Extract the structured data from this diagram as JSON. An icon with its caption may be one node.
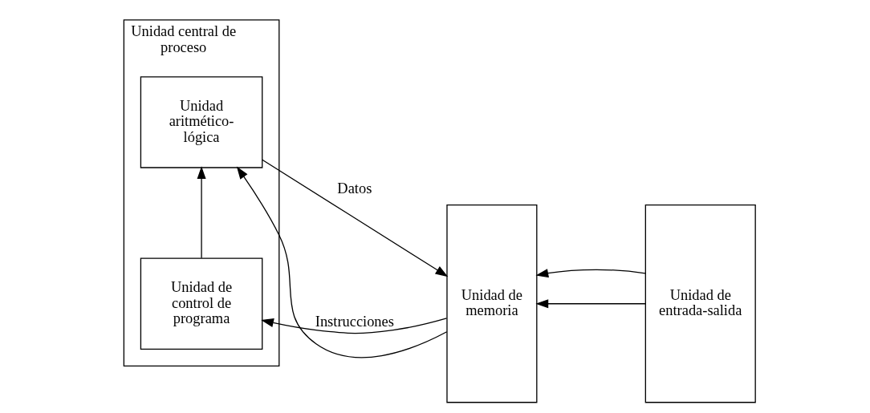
{
  "diagram": {
    "nodes": [
      {
        "text": [
          "Unidad central de proceso"
        ]
      },
      {
        "text": [
          "Unidad de control de programa"
        ],
        "in": 0
      },
      {
        "text": [
          "Unidad aritmético-lógica"
        ],
        "in": 0
      },
      {
        "text": [
          "Unidad de memoria"
        ]
      },
      {
        "text": [
          "Unidad de entrada-salida"
        ]
      }
    ],
    "edges": [
      {
        "from": 3,
        "to": 1,
        "arrow": "to",
        "label": "Instrucciones"
      },
      {
        "from": 1,
        "to": 2,
        "arrow": "to"
      },
      {
        "from": 3,
        "to": 2,
        "arrow": "to"
      },
      {
        "from": 2,
        "to": 3,
        "arrow": "to",
        "label": "Datos"
      },
      {
        "from": 4,
        "to": 3,
        "arrow": "to"
      },
      {
        "from": 4,
        "to": 3,
        "arrow": "to"
      }
    ]
  }
}
